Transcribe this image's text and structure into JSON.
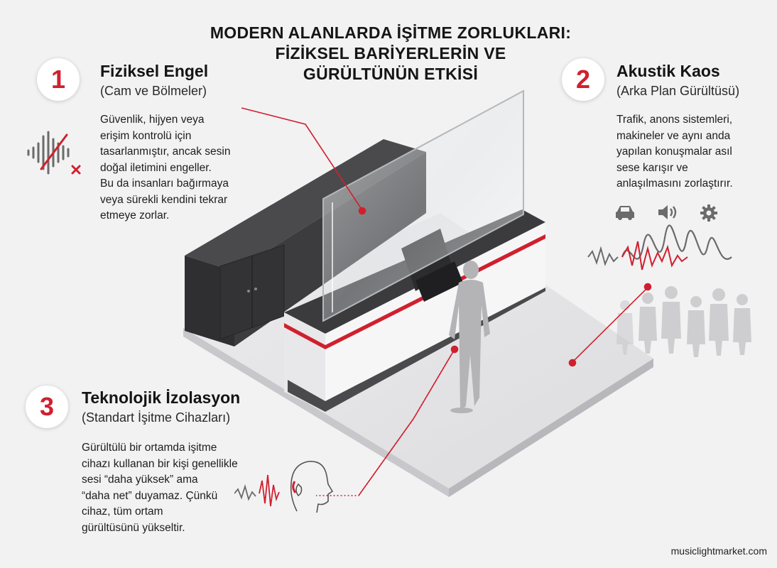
{
  "title": {
    "line1": "MODERN ALANLARDA İŞİTME ZORLUKLARI:",
    "line2": "FİZİKSEL BARİYERLERİN VE",
    "line3": "GÜRÜLTÜNÜN ETKİSİ"
  },
  "sections": [
    {
      "number": "1",
      "heading": "Fiziksel Engel",
      "subheading": "(Cam ve Bölmeler)",
      "body": "Güvenlik, hijyen veya\nerişim kontrolü için\ntasarlanmıştır, ancak sesin\ndoğal iletimini engeller.\nBu da insanları bağırmaya\nveya sürekli kendini tekrar\netmeye zorlar.",
      "icon": "muted-sound-wave-icon"
    },
    {
      "number": "2",
      "heading": "Akustik Kaos",
      "subheading": "(Arka Plan Gürültüsü)",
      "body": "Trafik, anons sistemleri,\nmakineler ve aynı anda\nyapılan konuşmalar asıl\nsese karışır ve\nanlaşılmasını zorlaştırır.",
      "icons": [
        "car-icon",
        "speaker-icon",
        "gear-icon"
      ]
    },
    {
      "number": "3",
      "heading": "Teknolojik İzolasyon",
      "subheading": "(Standart İşitme Cihazları)",
      "body": "Gürültülü bir ortamda işitme\ncihazı kullanan bir kişi genellikle\nsesi “daha yüksek” ama\n“daha net” duyamaz. Çünkü\ncihaz, tüm ortam\ngürültüsünü yükseltir.",
      "icon": "hearing-aid-head-icon"
    }
  ],
  "footer": "musiclightmarket.com",
  "colors": {
    "accent": "#d0202e",
    "background": "#f2f2f3",
    "counter_dark": "#3a3a3c",
    "wave_gray": "#6b6b6b"
  }
}
